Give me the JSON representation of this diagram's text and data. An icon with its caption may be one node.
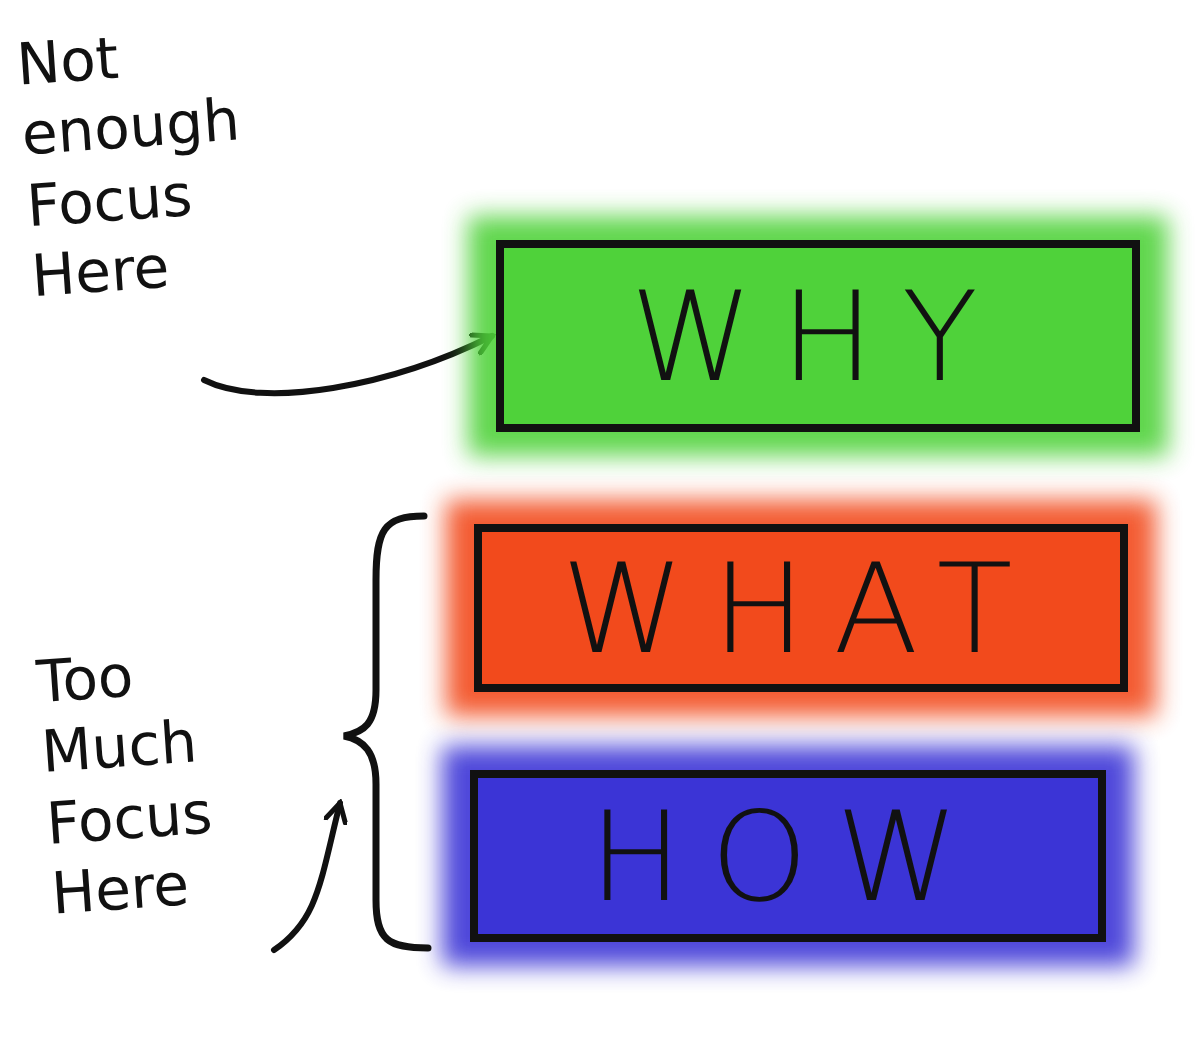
{
  "diagram": {
    "nodes": [
      {
        "text": [
          "Not enough Focus Here"
        ]
      },
      {
        "text": [
          "WHY"
        ]
      },
      {
        "text": [
          "WHAT"
        ]
      },
      {
        "text": [
          "HOW"
        ]
      },
      {
        "text": [
          "Too Much Focus Here"
        ]
      },
      {
        "text": [],
        "shape": "brace"
      }
    ],
    "edges": [
      {
        "from": 0,
        "to": 1,
        "arrow": "to"
      },
      {
        "from": 4,
        "to": 5,
        "arrow": "to"
      }
    ]
  }
}
